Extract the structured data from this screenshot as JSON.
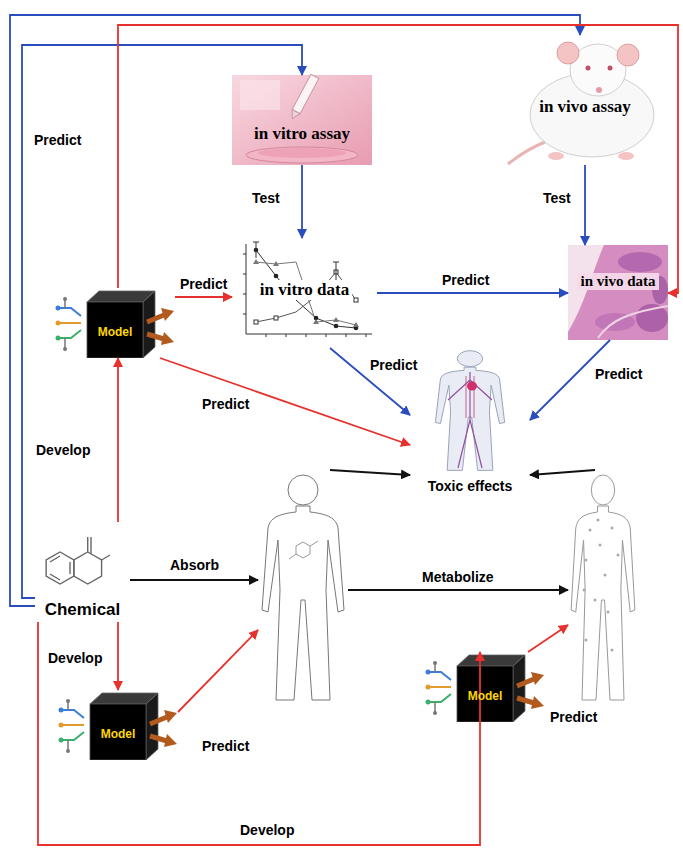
{
  "diagram": {
    "nodes": [
      {
        "text": [
          "in vitro assay"
        ]
      },
      {
        "text": [
          "in vivo assay"
        ]
      },
      {
        "text": [
          "Model"
        ]
      },
      {
        "text": [
          "in vitro data"
        ]
      },
      {
        "text": [
          "in vivo data"
        ]
      },
      {
        "text": [
          "Toxic effects"
        ]
      },
      {
        "text": [
          "Chemical"
        ]
      },
      {
        "text": []
      },
      {
        "text": []
      },
      {
        "text": [
          "Model"
        ]
      },
      {
        "text": [
          "Model"
        ]
      }
    ],
    "edges": [
      {
        "from": 6,
        "to": 0,
        "arrow": "to"
      },
      {
        "from": 6,
        "to": 1,
        "arrow": "to"
      },
      {
        "from": 0,
        "to": 3,
        "label": "Test",
        "arrow": "to"
      },
      {
        "from": 1,
        "to": 4,
        "label": "Test",
        "arrow": "to"
      },
      {
        "from": 2,
        "to": 3,
        "label": "Predict",
        "arrow": "to"
      },
      {
        "from": 3,
        "to": 4,
        "label": "Predict",
        "arrow": "to"
      },
      {
        "from": 3,
        "to": 5,
        "label": "Predict",
        "arrow": "to"
      },
      {
        "from": 4,
        "to": 5,
        "label": "Predict",
        "arrow": "to"
      },
      {
        "from": 2,
        "to": 5,
        "label": "Predict",
        "arrow": "to"
      },
      {
        "from": 2,
        "to": 4,
        "label": "Predict",
        "arrow": "to"
      },
      {
        "from": 6,
        "to": 2,
        "label": "Develop",
        "arrow": "to"
      },
      {
        "from": 6,
        "to": 7,
        "label": "Absorb",
        "arrow": "to"
      },
      {
        "from": 7,
        "to": 8,
        "label": "Metabolize",
        "arrow": "to"
      },
      {
        "from": 7,
        "to": 5,
        "arrow": "to"
      },
      {
        "from": 8,
        "to": 5,
        "arrow": "to"
      },
      {
        "from": 6,
        "to": 9,
        "label": "Develop",
        "arrow": "to"
      },
      {
        "from": 9,
        "to": 7,
        "label": "Predict",
        "arrow": "to"
      },
      {
        "from": 10,
        "to": 8,
        "label": "Predict",
        "arrow": "to"
      },
      {
        "from": 6,
        "to": 10,
        "label": "Develop",
        "arrow": "to"
      }
    ]
  }
}
